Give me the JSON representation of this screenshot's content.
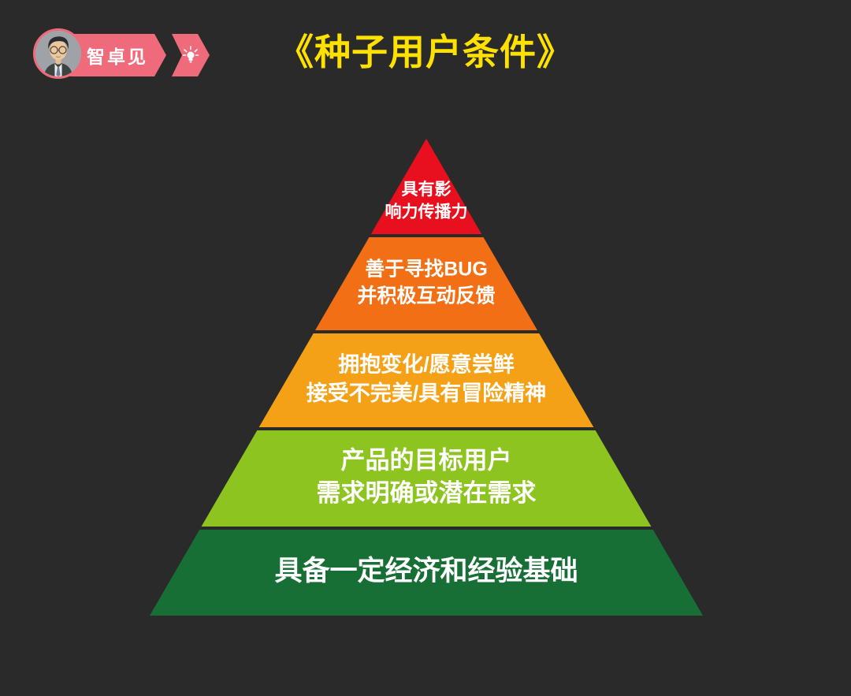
{
  "page": {
    "background": "#2A2A2A"
  },
  "badge": {
    "name_label": "智卓见",
    "color": "#EF6B7B",
    "icon": "lightbulb-icon"
  },
  "title": {
    "text": "《种子用户条件》",
    "color": "#FFE100"
  },
  "chart_data": {
    "type": "pyramid",
    "title": "《种子用户条件》",
    "orientation": "point-up",
    "levels": [
      {
        "rank": 1,
        "color": "#E8101E",
        "lines": [
          "具有影",
          "响力传播力"
        ]
      },
      {
        "rank": 2,
        "color": "#F36F16",
        "lines": [
          "善于寻找BUG",
          "并积极互动反馈"
        ]
      },
      {
        "rank": 3,
        "color": "#F4A118",
        "lines": [
          "拥抱变化/愿意尝鲜",
          "接受不完美/具有冒险精神"
        ]
      },
      {
        "rank": 4,
        "color": "#8DC41F",
        "lines": [
          "产品的目标用户",
          "需求明确或潜在需求"
        ]
      },
      {
        "rank": 5,
        "color": "#186F36",
        "lines": [
          "具备一定经济和经验基础"
        ]
      }
    ]
  }
}
